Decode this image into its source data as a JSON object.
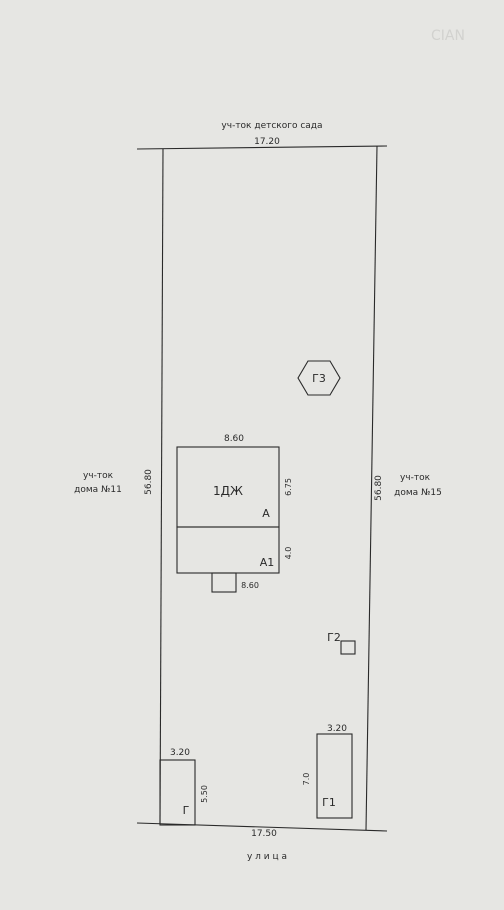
{
  "labels": {
    "top_neighbor": "уч-ток детского сада",
    "top_length": "17.20",
    "left_neighbor_line1": "уч-ток",
    "left_neighbor_line2": "дома №11",
    "left_length": "56.80",
    "right_neighbor_line1": "уч-ток",
    "right_neighbor_line2": "дома №15",
    "right_length": "56.80",
    "bottom_length": "17.50",
    "street": "у л и ц а",
    "house_width_top": "8.60",
    "house_height": "6.75",
    "house_name": "1ДЖ",
    "house_part_a": "А",
    "annex_name": "А1",
    "annex_height": "4.0",
    "annex_width": "8.60",
    "g3": "Г3",
    "g2": "Г2",
    "g1": "Г1",
    "g1_width": "3.20",
    "g1_height": "7.0",
    "g": "Г",
    "g_width": "3.20",
    "g_height": "5.50",
    "watermark": "CIAN"
  }
}
